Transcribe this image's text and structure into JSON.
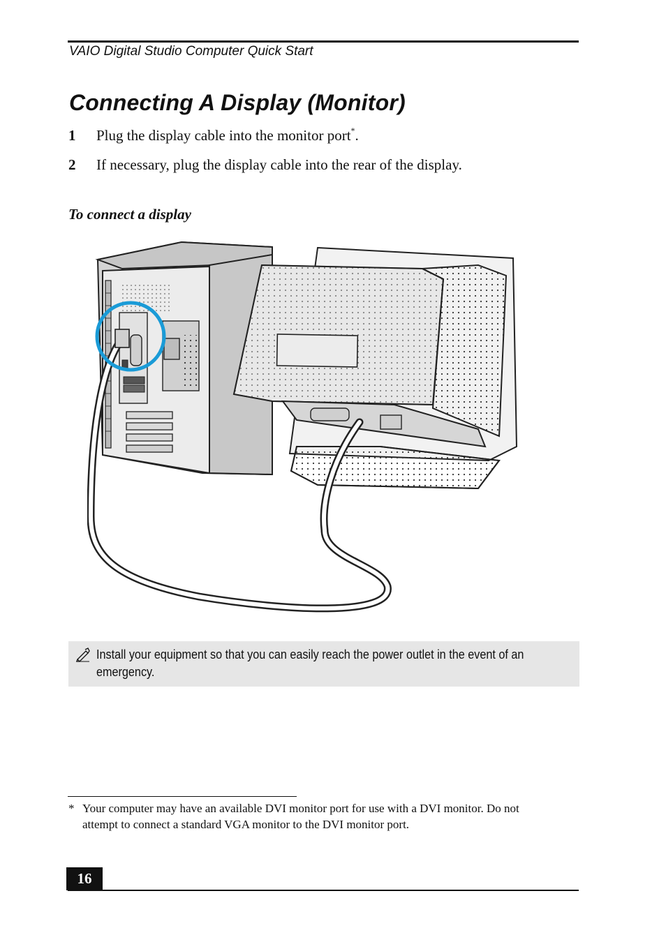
{
  "header": {
    "running_title": "VAIO Digital Studio Computer Quick Start"
  },
  "title": "Connecting A Display (Monitor)",
  "steps": [
    {
      "number": "1",
      "text": "Plug the display cable into the monitor port",
      "footnote_ref": "*",
      "end": "."
    },
    {
      "number": "2",
      "text": "If necessary, plug the display cable into the rear of the display."
    }
  ],
  "figure": {
    "caption": "To connect a display",
    "highlight_color": "#1a9bd7",
    "icons": [
      "computer-tower",
      "crt-monitor",
      "display-cable",
      "monitor-port-highlight"
    ]
  },
  "note": {
    "icon": "writing-hand-icon",
    "text": "Install your equipment so that you can easily reach the power outlet in the event of an emergency."
  },
  "footnote": {
    "mark": "*",
    "text": "Your computer may have an available DVI monitor port for use with a DVI monitor. Do not attempt to connect a standard VGA monitor to the DVI monitor port."
  },
  "footer": {
    "page_number": "16"
  }
}
